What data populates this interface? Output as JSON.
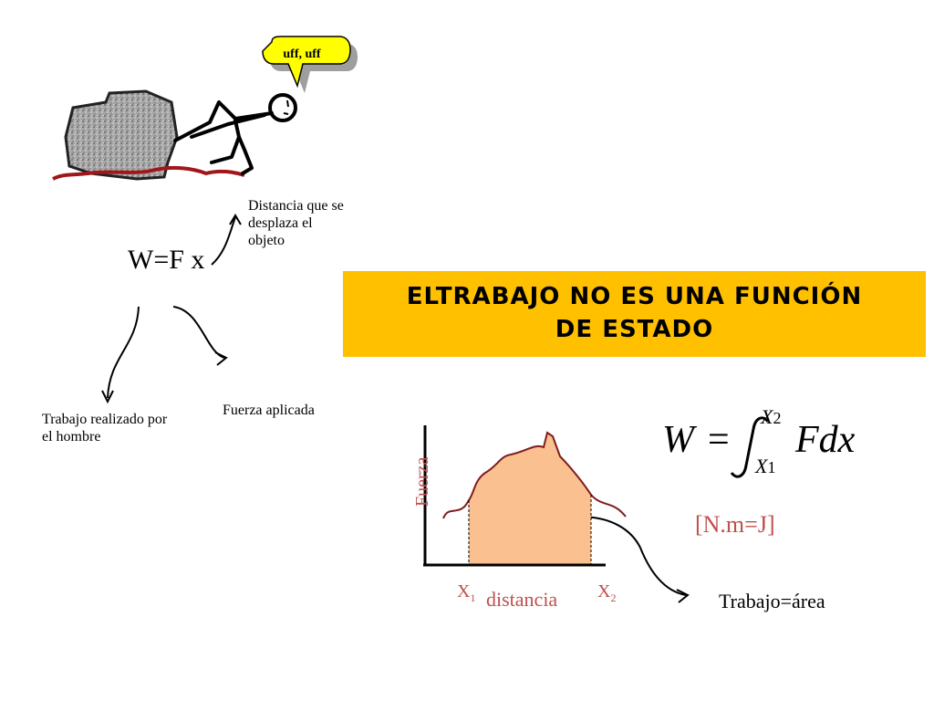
{
  "speech_bubble": {
    "text": "uff, uff"
  },
  "notes": {
    "distance": "Distancia que se desplaza el objeto",
    "work": "Trabajo realizado por el hombre",
    "force": "Fuerza aplicada",
    "work_area": "Trabajo=área"
  },
  "formula": {
    "text": "W=F x"
  },
  "banner": {
    "line1": "ELTRABAJO NO ES UNA FUNCIÓN",
    "line2": "DE ESTADO"
  },
  "equation": {
    "lhs": "W",
    "equals": "=",
    "upper": "X",
    "upper_sub": "2",
    "lower": "X",
    "lower_sub": "1",
    "integrand": "Fdx"
  },
  "units": "[N.m=J]",
  "chart_data": {
    "type": "area",
    "ylabel": "Fuerza",
    "xlabel": "distancia",
    "x1_label": "X",
    "x1_sub": "1",
    "x2_label": "X",
    "x2_sub": "2"
  },
  "colors": {
    "banner": "#FFC000",
    "axis_label": "#c0504d",
    "area_fill": "#FAC090",
    "curve": "#7f1d1d",
    "ground": "#a0161b"
  }
}
